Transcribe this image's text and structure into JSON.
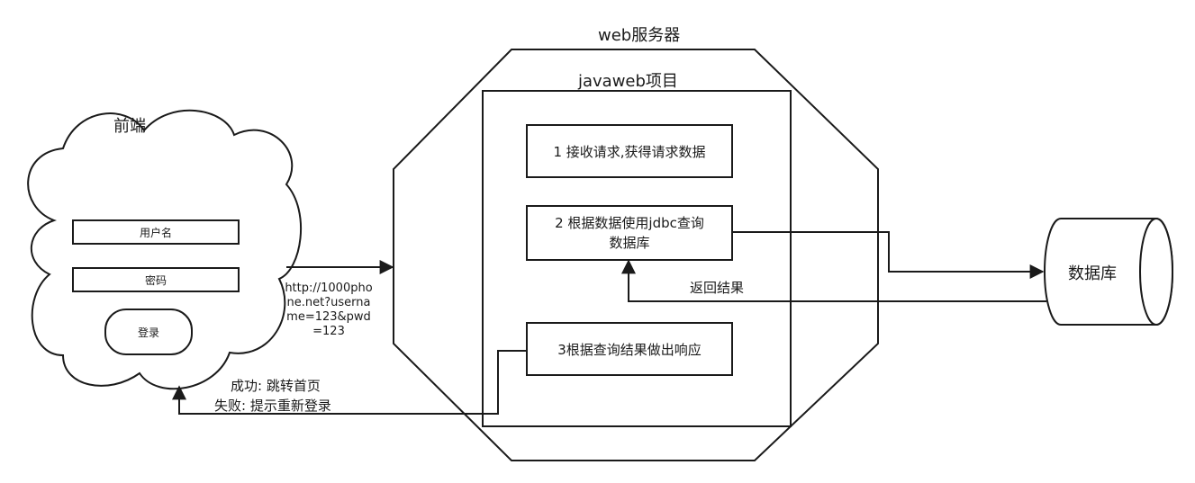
{
  "server": {
    "title": "web服务器"
  },
  "project": {
    "title": "javaweb项目"
  },
  "frontend": {
    "title": "前端",
    "username_label": "用户名",
    "password_label": "密码",
    "login_button": "登录"
  },
  "request": {
    "url_text": "http://1000phone.net?username=123&pwd=123"
  },
  "steps": {
    "step1": "1 接收请求,获得请求数据",
    "step2_line1": "2 根据数据使用jdbc查询",
    "step2_line2": "数据库",
    "step3": "3根据查询结果做出响应"
  },
  "database": {
    "label": "数据库"
  },
  "return_label": "返回结果",
  "response": {
    "success": "成功: 跳转首页",
    "failure": "失败: 提示重新登录"
  }
}
